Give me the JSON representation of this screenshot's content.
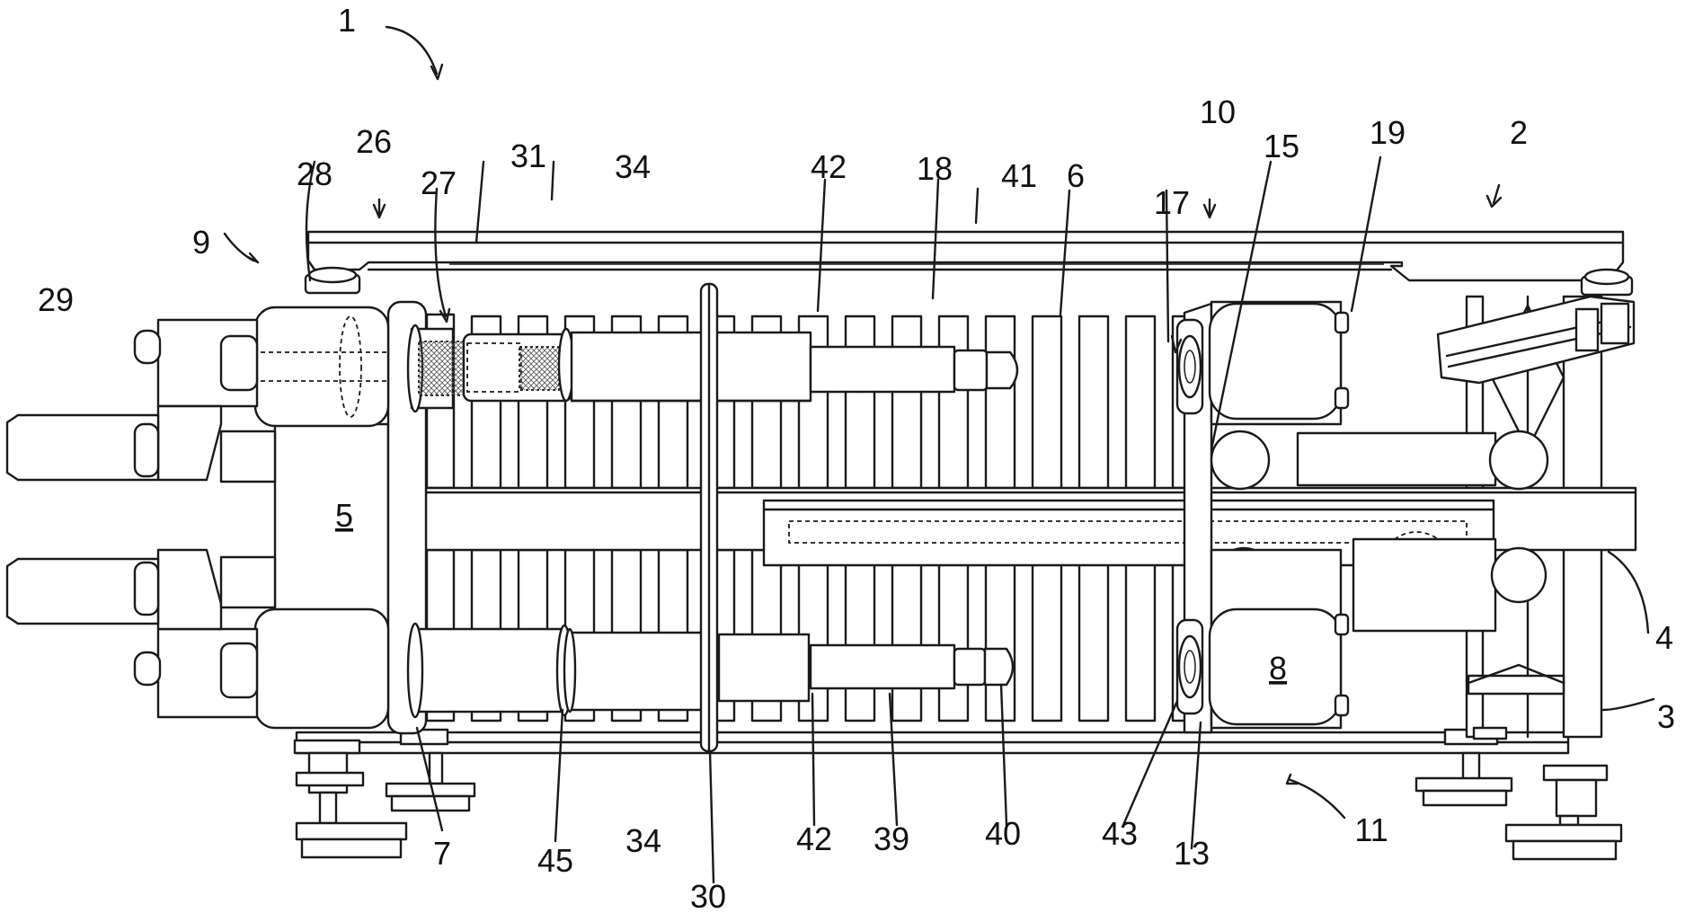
{
  "labels": {
    "l1": "1",
    "l2": "2",
    "l3": "3",
    "l4": "4",
    "l5": "5",
    "l6": "6",
    "l7": "7",
    "l8": "8",
    "l9": "9",
    "l10": "10",
    "l11": "11",
    "l13": "13",
    "l15": "15",
    "l17": "17",
    "l18": "18",
    "l19": "19",
    "l26": "26",
    "l27": "27",
    "l28": "28",
    "l29": "29",
    "l30": "30",
    "l31": "31",
    "l34a": "34",
    "l34b": "34",
    "l39": "39",
    "l40": "40",
    "l41": "41",
    "l42a": "42",
    "l42b": "42",
    "l43": "43",
    "l45": "45"
  }
}
